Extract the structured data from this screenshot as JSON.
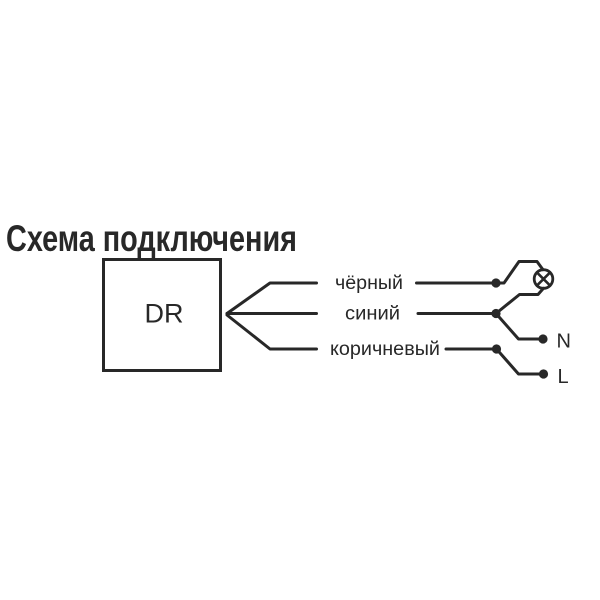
{
  "title": "Схема подключения",
  "device": {
    "label": "DR"
  },
  "wires": [
    {
      "label": "чёрный"
    },
    {
      "label": "синий"
    },
    {
      "label": "коричневый"
    }
  ],
  "terminals": [
    {
      "label": "N"
    },
    {
      "label": "L"
    }
  ],
  "icons": {
    "lamp": "lamp-icon"
  },
  "colors": {
    "ink": "#282828",
    "background": "#ffffff"
  }
}
